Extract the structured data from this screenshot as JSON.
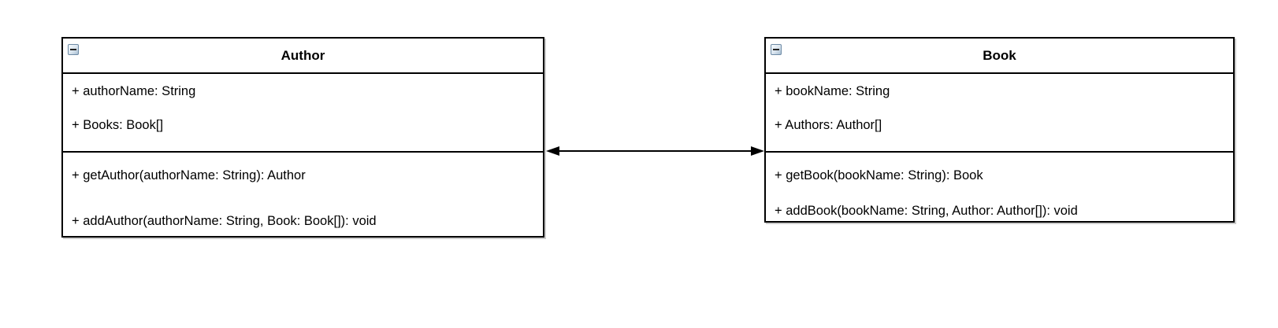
{
  "diagram": {
    "kind": "uml-class-diagram",
    "classes": [
      {
        "name": "Author",
        "collapse_icon": "minus",
        "attributes": [
          "+ authorName: String",
          "+ Books: Book[]"
        ],
        "methods": [
          "+ getAuthor(authorName: String): Author",
          "+ addAuthor(authorName: String, Book: Book[]): void"
        ]
      },
      {
        "name": "Book",
        "collapse_icon": "minus",
        "attributes": [
          "+ bookName: String",
          "+ Authors: Author[]"
        ],
        "methods": [
          "+ getBook(bookName: String): Book",
          "+ addBook(bookName: String, Author: Author[]): void"
        ]
      }
    ],
    "association": {
      "from": "Author",
      "to": "Book",
      "type": "bidirectional",
      "arrowheads": "filled-triangle-both-ends",
      "color": "#000000"
    },
    "colors": {
      "background": "#ffffff",
      "box_fill": "#ffffff",
      "border": "#000000",
      "text": "#000000",
      "shadow": "#a0a0a0",
      "collapse_icon_face": "#d9e4ee",
      "collapse_icon_border": "#6d8aa5"
    }
  }
}
